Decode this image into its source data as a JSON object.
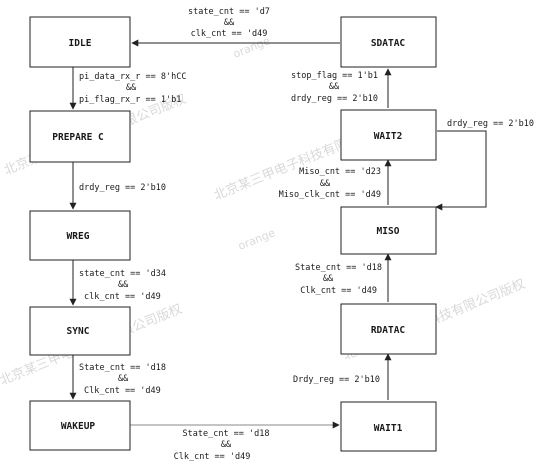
{
  "states": {
    "idle": "IDLE",
    "prepare_c": "PREPARE C",
    "wreg": "WREG",
    "sync": "SYNC",
    "wakeup": "WAKEUP",
    "sdatac": "SDATAC",
    "wait2": "WAIT2",
    "miso": "MISO",
    "rdatac": "RDATAC",
    "wait1": "WAIT1"
  },
  "transitions": {
    "sdatac_to_idle": [
      "state_cnt  ==  'd7",
      "&&",
      "clk_cnt  ==  'd49"
    ],
    "idle_to_prepare": [
      "pi_data_rx_r  ==  8'hCC",
      "&&",
      "pi_flag_rx_r == 1'b1"
    ],
    "prepare_to_wreg": [
      "drdy_reg  ==  2'b10"
    ],
    "wreg_to_sync": [
      "state_cnt  ==  'd34",
      "&&",
      "clk_cnt  ==  'd49"
    ],
    "sync_to_wakeup": [
      "State_cnt  ==  'd18",
      "&&",
      "Clk_cnt  ==  'd49"
    ],
    "wakeup_to_wait1": [
      "State_cnt  ==  'd18",
      "&&",
      "Clk_cnt  ==  'd49"
    ],
    "wait1_to_rdatac": [
      "Drdy_reg  ==  2'b10"
    ],
    "rdatac_to_miso": [
      "State_cnt  ==  'd18",
      "&&",
      "Clk_cnt  ==  'd49"
    ],
    "miso_to_wait2": [
      "Miso_cnt  ==  'd23",
      "&&",
      "Miso_clk_cnt  ==  'd49"
    ],
    "wait2_to_miso": [
      "drdy_reg  ==  2'b10"
    ],
    "wait2_to_sdatac": [
      "stop_flag  ==  1'b1",
      "&&",
      "drdy_reg  ==  2'b10"
    ]
  },
  "watermark": {
    "company": "北京某三甲电子科技有限公司版权",
    "brand": "orange"
  }
}
